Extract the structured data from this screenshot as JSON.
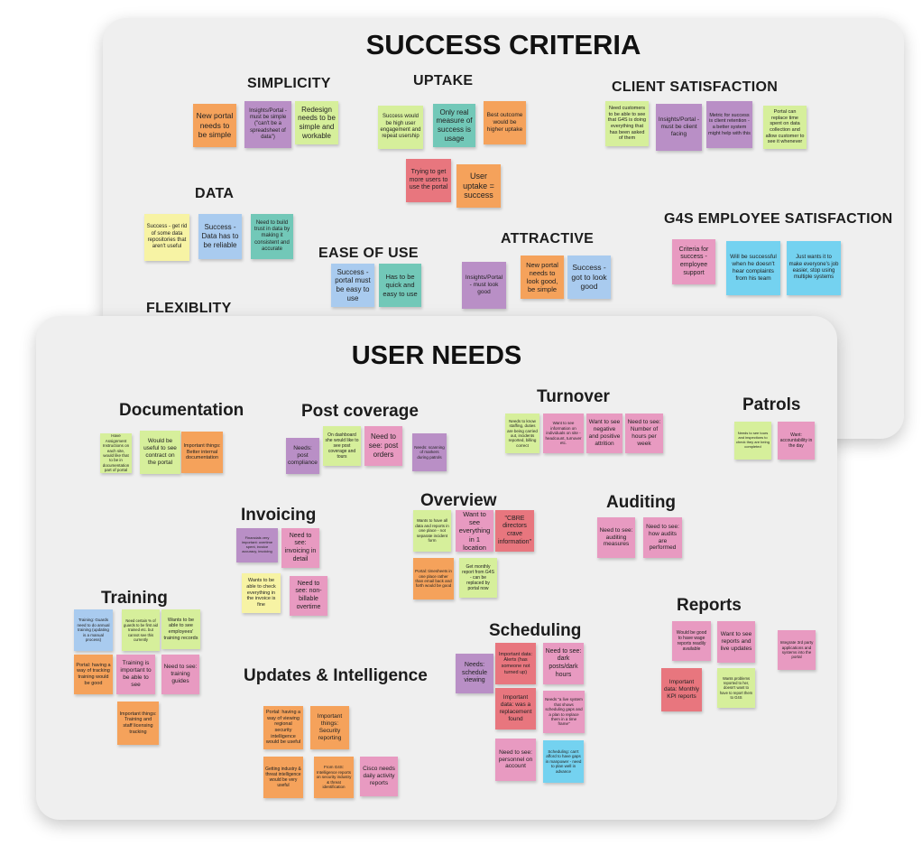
{
  "colors": {
    "orange": "#f5a25b",
    "purple": "#b98fc6",
    "lime": "#d6ef9b",
    "yellow": "#f7f3a4",
    "blue": "#a9cbef",
    "teal": "#72c8b8",
    "red": "#e8767e",
    "pink": "#e89ac1",
    "cyan": "#74d2f0"
  },
  "success": {
    "title": "SUCCESS CRITERIA",
    "sections": {
      "simplicity": "SIMPLICITY",
      "uptake": "UPTAKE",
      "client_satisfaction": "CLIENT SATISFACTION",
      "data": "DATA",
      "ease_of_use": "EASE OF USE",
      "attractive": "ATTRACTIVE",
      "g4s_employee_satisfaction": "G4S EMPLOYEE SATISFACTION",
      "flexiblity": "FLEXIBLITY"
    },
    "notes": [
      {
        "text": "New portal needs to be simple",
        "color": "orange"
      },
      {
        "text": "Insights/Portal - must be simple (\"can't be a spreadsheet of data\")",
        "color": "purple"
      },
      {
        "text": "Redesign needs to be simple and workable",
        "color": "lime"
      },
      {
        "text": "Success would be high user engagement and repeat usership",
        "color": "lime"
      },
      {
        "text": "Only real measure of success is usage",
        "color": "teal"
      },
      {
        "text": "Best outcome would be higher uptake",
        "color": "orange"
      },
      {
        "text": "Trying to get more users to use the portal",
        "color": "red"
      },
      {
        "text": "User uptake = success",
        "color": "orange"
      },
      {
        "text": "Need customers to be able to see that G4S is doing everything that has been asked of them",
        "color": "lime"
      },
      {
        "text": "Insights/Portal - must be client facing",
        "color": "purple"
      },
      {
        "text": "Metric for success is client retention - a better system might help with this",
        "color": "purple"
      },
      {
        "text": "Portal can replace time spent on data collection and allow customer to see it whenever",
        "color": "lime"
      },
      {
        "text": "Success - get rid of some data repositories that aren't useful",
        "color": "yellow"
      },
      {
        "text": "Success - Data has to be reliable",
        "color": "blue"
      },
      {
        "text": "Need to build trust in data by making it consistent and accurate",
        "color": "teal"
      },
      {
        "text": "Success - portal must be easy to use",
        "color": "blue"
      },
      {
        "text": "Has to be quick and easy to use",
        "color": "teal"
      },
      {
        "text": "Insights/Portal - must look good",
        "color": "purple"
      },
      {
        "text": "New portal needs to look good, be simple",
        "color": "orange"
      },
      {
        "text": "Success - got to look good",
        "color": "blue"
      },
      {
        "text": "Criteria for success - employee support",
        "color": "pink"
      },
      {
        "text": "Will be successful when he doesn't hear complaints from his team",
        "color": "cyan"
      },
      {
        "text": "Just wants it to make everyone's job easier, stop using multiple systems",
        "color": "cyan"
      }
    ]
  },
  "needs": {
    "title": "USER NEEDS",
    "sections": {
      "documentation": "Documentation",
      "post_coverage": "Post coverage",
      "turnover": "Turnover",
      "patrols": "Patrols",
      "invoicing": "Invoicing",
      "overview": "Overview",
      "auditing": "Auditing",
      "training": "Training",
      "reports": "Reports",
      "scheduling": "Scheduling",
      "updates_intelligence": "Updates & Intelligence"
    },
    "notes": [
      {
        "text": "Have Assignment Instructions on each site, would like that to be in documentation part of portal",
        "color": "lime"
      },
      {
        "text": "Would be useful to see contract on the portal",
        "color": "lime"
      },
      {
        "text": "Important things: Better internal documentation",
        "color": "orange"
      },
      {
        "text": "Needs: post compliance",
        "color": "purple"
      },
      {
        "text": "On dashboard she would like to see post coverage and tours",
        "color": "lime"
      },
      {
        "text": "Need to see: post orders",
        "color": "pink"
      },
      {
        "text": "Needs: scanning of markers during patrols",
        "color": "purple"
      },
      {
        "text": "Needs to know staffing, duties are being carried out, incidents reported, billing correct",
        "color": "lime"
      },
      {
        "text": "Want to see information on individuals on site - headcount, turnover etc.",
        "color": "pink"
      },
      {
        "text": "Want to see negative and positive attrition",
        "color": "pink"
      },
      {
        "text": "Need to see: Number of hours per week",
        "color": "pink"
      },
      {
        "text": "Needs to see tours and inspections to check they are being completed",
        "color": "lime"
      },
      {
        "text": "Want: accountability in the day",
        "color": "pink"
      },
      {
        "text": "Financials very important: overtime spent, invoice accuracy, invoicing",
        "color": "purple"
      },
      {
        "text": "Need to see: invoicing in detail",
        "color": "pink"
      },
      {
        "text": "Wants to be able to check everything in the invoice is fine",
        "color": "yellow"
      },
      {
        "text": "Need to see: non-billable overtime",
        "color": "pink"
      },
      {
        "text": "Wants to have all data and reports in one place - not separate incident form",
        "color": "lime"
      },
      {
        "text": "Want to see everything in 1 location",
        "color": "pink"
      },
      {
        "text": "\"CBRE directors crave information\"",
        "color": "red"
      },
      {
        "text": "Portal: timesheets in one place rather than email back and forth would be good",
        "color": "orange"
      },
      {
        "text": "Get monthly report from G4S - can be replaced by portal now",
        "color": "lime"
      },
      {
        "text": "Need to see: auditing measures",
        "color": "pink"
      },
      {
        "text": "Need to see: how audits are performed",
        "color": "pink"
      },
      {
        "text": "Training: Guards need to do annual training (updating is a manual process)",
        "color": "blue"
      },
      {
        "text": "Need certain % of guards to be first aid trained etc. but cannot see this currently",
        "color": "lime"
      },
      {
        "text": "Wants to be able to see employees' training records",
        "color": "lime"
      },
      {
        "text": "Portal: having a way of tracking training would be good",
        "color": "orange"
      },
      {
        "text": "Training is important to be able to see",
        "color": "pink"
      },
      {
        "text": "Need to see: training guides",
        "color": "pink"
      },
      {
        "text": "Important things: Training and staff licensing tracking",
        "color": "orange"
      },
      {
        "text": "Would be good to have wage reports readily available",
        "color": "pink"
      },
      {
        "text": "Want to see reports and live updates",
        "color": "pink"
      },
      {
        "text": "Integrate 3rd party applications and systems into the portal",
        "color": "pink"
      },
      {
        "text": "Important data: Monthly KPI reports",
        "color": "red"
      },
      {
        "text": "Wants problems reported to her, doesn't want to have to report them to G4S",
        "color": "lime"
      },
      {
        "text": "Needs: schedule viewing",
        "color": "purple"
      },
      {
        "text": "Important data: Alerts (has someone not turned up)",
        "color": "red"
      },
      {
        "text": "Need to see: dark posts/dark hours",
        "color": "pink"
      },
      {
        "text": "Important data: was a replacement found",
        "color": "red"
      },
      {
        "text": "Needs \"a live system that shows scheduling gaps and a plan to replace them in a time frame\"",
        "color": "pink"
      },
      {
        "text": "Need to see: personnel on account",
        "color": "pink"
      },
      {
        "text": "Scheduling: can't afford to have gaps in manpower - need to plan well in advance",
        "color": "cyan"
      },
      {
        "text": "Portal: having a way of viewing regional security intelligence would be useful",
        "color": "orange"
      },
      {
        "text": "Important things: Security reporting",
        "color": "orange"
      },
      {
        "text": "Getting industry & threat intelligence would be very useful",
        "color": "orange"
      },
      {
        "text": "From G4S: Intelligence reports on security industry & threat identification",
        "color": "orange"
      },
      {
        "text": "Cisco needs daily activity reports",
        "color": "pink"
      }
    ]
  }
}
